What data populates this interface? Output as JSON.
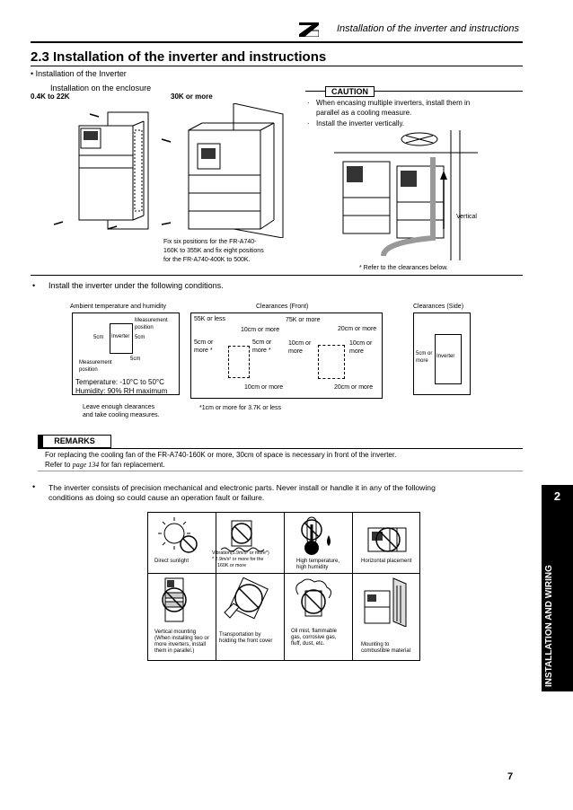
{
  "header": {
    "title": "Installation of the inverter and instructions"
  },
  "section": {
    "title": "2.3  Installation of the inverter and instructions"
  },
  "intro": {
    "bullet1": "• Installation of the Inverter",
    "enclosure_label": "Installation on the enclosure",
    "range1": "0.4K to 22K",
    "range2": "30K or more",
    "fix_note": [
      "Fix  six  positions  for  the  FR-A740-",
      "160K  to  355K  and  fix  eight  positions",
      "for the FR-A740-400K to 500K."
    ]
  },
  "caution": {
    "title": "CAUTION",
    "line1": "When  encasing  multiple  inverters,  install  them  in",
    "line1b": "parallel as a cooling measure.",
    "line2": "Install the inverter vertically.",
    "vertical": "Vertical",
    "refer": "* Refer to the clearances below."
  },
  "conditions": {
    "bullet": "Install the inverter under the following conditions.",
    "ambient_title": "Ambient temperature and humidity",
    "measure_pos1": [
      "Measurement",
      "position"
    ],
    "measure_pos2": [
      "Measurement",
      "position"
    ],
    "cm5a": "5cm",
    "cm5b": "5cm",
    "cm5c": "5cm",
    "inverter": "Inverter",
    "temperature": "Temperature: -10°C to 50°C",
    "humidity": "Humidity: 90% RH maximum",
    "leave": [
      "Leave enough clearances",
      "and take cooling measures."
    ],
    "front_title": "Clearances (Front)",
    "side_title": "Clearances (Side)",
    "k55": "55K or less",
    "k75": "75K or more",
    "cm10_top": "10cm or more",
    "cm20_top": "20cm or more",
    "cm5_left": [
      "5cm or",
      "more *"
    ],
    "cm5_right": [
      "5cm or",
      "more *"
    ],
    "cm10_left": [
      "10cm or",
      "more"
    ],
    "cm10_right": [
      "10cm or",
      "more"
    ],
    "cm10_bottom": "10cm or more",
    "cm20_bottom": "20cm or more",
    "footnote": "*1cm or more for 3.7K or less",
    "side_5cm": [
      "5cm or",
      "more"
    ],
    "side_inverter": "Inverter"
  },
  "remarks": {
    "tab": "REMARKS",
    "line1": "For replacing the cooling fan of the FR-A740-160K or more, 30cm of space is necessary in front of the inverter.",
    "line2a": "Refer to ",
    "line2b": "page 134",
    "line2c": " for fan replacement."
  },
  "warning": {
    "line1": "The inverter consists of precision mechanical and electronic parts. Never install or handle it in any of the following",
    "line2": "conditions as doing so could cause an operation fault or failure."
  },
  "grid": {
    "c1": "Direct sunlight",
    "c2": [
      "Vibration(5.9m/s² or more*)",
      "* 2.9m/s²  or more for the",
      "160K or more"
    ],
    "c3": [
      "High temperature,",
      "high humidity"
    ],
    "c4": "Horizontal placement",
    "c5": [
      "Vertical mounting",
      "(When installing two or",
      "more inverters, install",
      "them in parallel.)"
    ],
    "c6": [
      "Transportation by",
      "holding the front cover"
    ],
    "c7": [
      "Oil mist, flammable",
      "gas, corrosive gas,",
      "fluff, dust, etc."
    ],
    "c8": [
      "Mounting to",
      "combustible material"
    ]
  },
  "side_tab": {
    "number": "2",
    "text": "INSTALLATION AND WIRING"
  },
  "page_number": "7"
}
